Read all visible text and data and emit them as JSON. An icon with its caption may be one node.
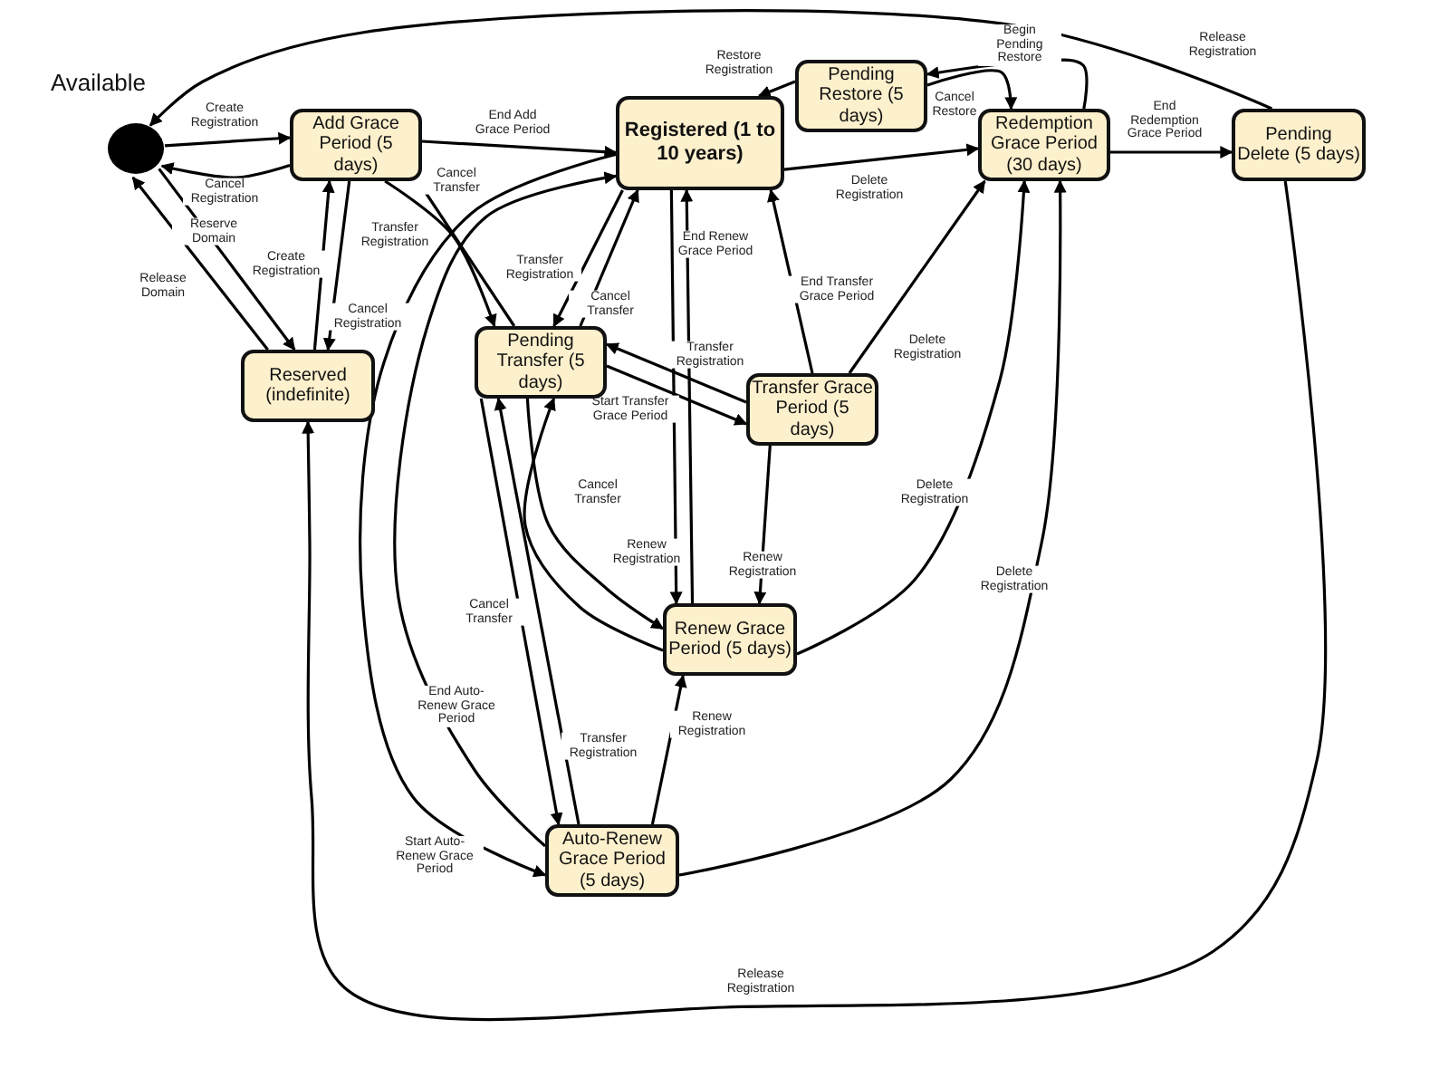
{
  "diagram": {
    "nodes": [
      {
        "text": [
          "Available"
        ]
      },
      {
        "text": [
          "Add Grace Period (5 days)"
        ]
      },
      {
        "text": [
          "Registered (1 to 10 years)"
        ]
      },
      {
        "text": [
          "Pending Restore (5 days)"
        ]
      },
      {
        "text": [
          "Redemption Grace Period (30 days)"
        ]
      },
      {
        "text": [
          "Pending Delete (5 days)"
        ]
      },
      {
        "text": [
          "Reserved (indefinite)"
        ]
      },
      {
        "text": [
          "Pending Transfer (5 days)"
        ]
      },
      {
        "text": [
          "Transfer Grace Period (5 days)"
        ]
      },
      {
        "text": [
          "Renew Grace Period (5 days)"
        ]
      },
      {
        "text": [
          "Auto-Renew Grace Period (5 days)"
        ]
      }
    ],
    "edges": [
      {
        "from": 5,
        "to": 0,
        "arrow": "to",
        "label": "Release Registration"
      },
      {
        "from": 0,
        "to": 1,
        "arrow": "to",
        "label": "Create Registration"
      },
      {
        "from": 1,
        "to": 0,
        "arrow": "to",
        "label": "Cancel Registration"
      },
      {
        "from": 1,
        "to": 2,
        "arrow": "to",
        "label": "End Add Grace Period"
      },
      {
        "from": 0,
        "to": 6,
        "arrow": "to",
        "label": "Reserve Domain"
      },
      {
        "from": 6,
        "to": 0,
        "arrow": "to",
        "label": "Release Domain"
      },
      {
        "from": 6,
        "to": 1,
        "arrow": "to",
        "label": "Create Registration"
      },
      {
        "from": 1,
        "to": 6,
        "arrow": "to",
        "label": "Cancel Registration"
      },
      {
        "from": 1,
        "to": 7,
        "arrow": "to",
        "label": "Transfer Registration"
      },
      {
        "from": 7,
        "to": 1,
        "arrow": "to",
        "label": "Cancel Transfer"
      },
      {
        "from": 2,
        "to": 7,
        "arrow": "to",
        "label": "Transfer Registration"
      },
      {
        "from": 7,
        "to": 2,
        "arrow": "to",
        "label": "Cancel Transfer"
      },
      {
        "from": 2,
        "to": 4,
        "arrow": "to",
        "label": "Delete Registration"
      },
      {
        "from": 3,
        "to": 2,
        "arrow": "to",
        "label": "Restore Registration"
      },
      {
        "from": 4,
        "to": 3,
        "arrow": "to",
        "label": "Begin Pending Restore"
      },
      {
        "from": 3,
        "to": 4,
        "arrow": "to",
        "label": "Cancel Restore"
      },
      {
        "from": 4,
        "to": 5,
        "arrow": "to",
        "label": "End Redemption Grace Period"
      },
      {
        "from": 2,
        "to": 9,
        "arrow": "to",
        "label": "Renew Registration"
      },
      {
        "from": 9,
        "to": 2,
        "arrow": "to",
        "label": "End Renew Grace Period"
      },
      {
        "from": 7,
        "to": 8,
        "arrow": "to",
        "label": "Start Transfer Grace Period"
      },
      {
        "from": 8,
        "to": 7,
        "arrow": "to",
        "label": "Transfer Registration"
      },
      {
        "from": 8,
        "to": 2,
        "arrow": "to",
        "label": "End Transfer Grace Period"
      },
      {
        "from": 8,
        "to": 4,
        "arrow": "to",
        "label": "Delete Registration"
      },
      {
        "from": 8,
        "to": 9,
        "arrow": "to",
        "label": "Renew Registration"
      },
      {
        "from": 7,
        "to": 9,
        "arrow": "to",
        "label": "Cancel Transfer"
      },
      {
        "from": 9,
        "to": 7,
        "arrow": "to"
      },
      {
        "from": 9,
        "to": 4,
        "arrow": "to",
        "label": "Delete Registration"
      },
      {
        "from": 10,
        "to": 4,
        "arrow": "to",
        "label": "Delete Registration"
      },
      {
        "from": 10,
        "to": 9,
        "arrow": "to",
        "label": "Renew Registration"
      },
      {
        "from": 7,
        "to": 10,
        "arrow": "to",
        "label": "Cancel Transfer"
      },
      {
        "from": 10,
        "to": 7,
        "arrow": "to",
        "label": "Transfer Registration"
      },
      {
        "from": 2,
        "to": 10,
        "arrow": "to",
        "label": "Start Auto-Renew Grace Period"
      },
      {
        "from": 10,
        "to": 2,
        "arrow": "to",
        "label": "End Auto-Renew Grace Period"
      },
      {
        "from": 5,
        "to": 6,
        "arrow": "to",
        "label": "Release Registration"
      }
    ]
  }
}
